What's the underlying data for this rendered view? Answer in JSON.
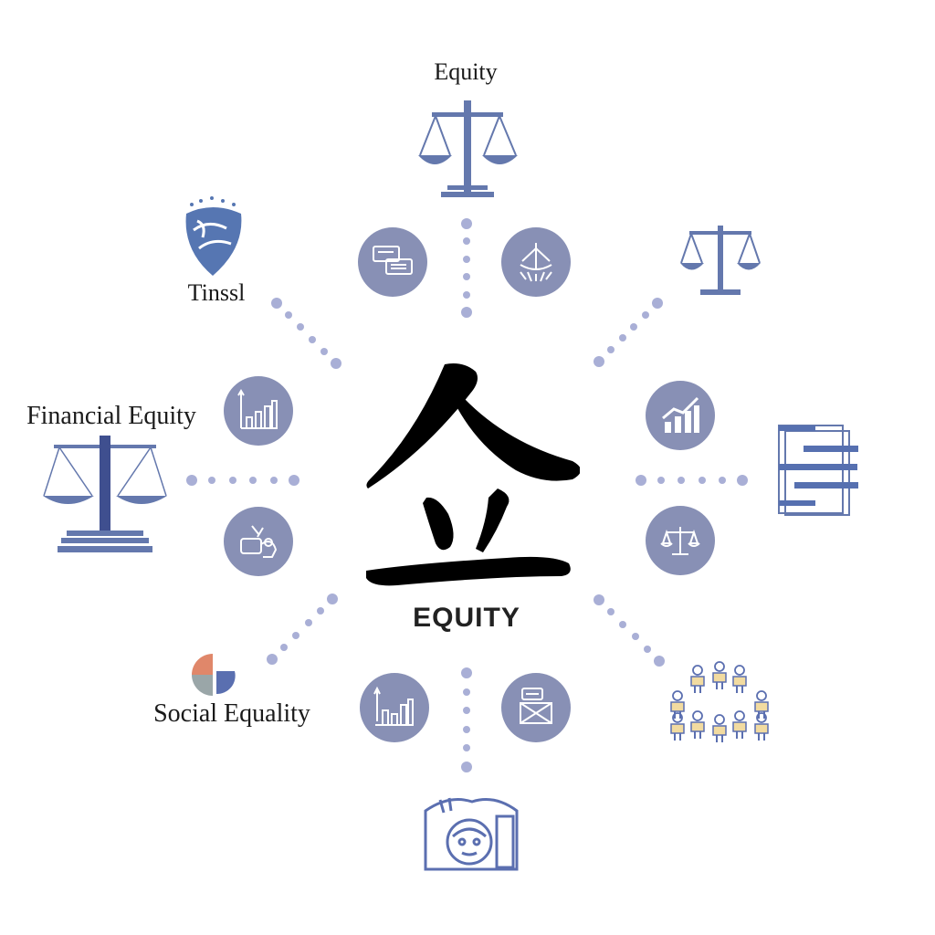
{
  "center": {
    "glyph": "企",
    "title": "EQUITY"
  },
  "labels": {
    "top": "Equity",
    "top_left": "Tinssl",
    "left": "Financial Equity",
    "bottom_left": "Social Equality"
  },
  "colors": {
    "circle": "#8890b5",
    "dots": "#a9afd6",
    "icon_blue": "#5b72a8",
    "text": "#1a1a1a"
  },
  "icons": [
    "scales-icon",
    "chat-bubbles-icon",
    "balance-hands-icon",
    "globe-shield-icon",
    "bar-chart-icon",
    "puzzle-hand-icon",
    "line-chart-icon",
    "document-stack-icon",
    "small-scales-icon",
    "pie-chart-icon",
    "growth-chart-icon",
    "message-envelope-icon",
    "people-group-icon",
    "person-building-icon"
  ]
}
